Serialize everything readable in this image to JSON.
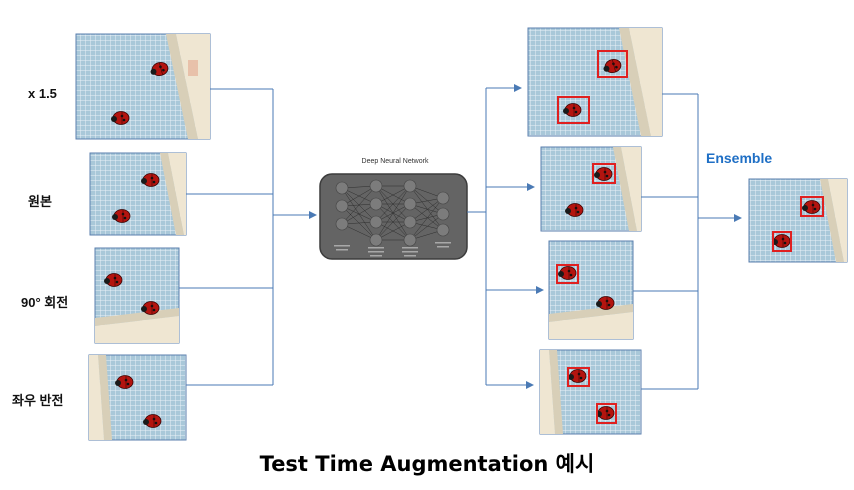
{
  "inputs": [
    {
      "label": "x 1.5"
    },
    {
      "label": "원본"
    },
    {
      "label": "90° 회전"
    },
    {
      "label": "좌우 반전"
    }
  ],
  "network": {
    "title": "Deep Neural Network"
  },
  "ensemble": {
    "label": "Ensemble"
  },
  "caption": "Test Time Augmentation 예시",
  "colors": {
    "connector": "#4a7ab5",
    "ensemble_text": "#1f6fc5",
    "bbox": "#e02020",
    "network_box": "#646464"
  }
}
